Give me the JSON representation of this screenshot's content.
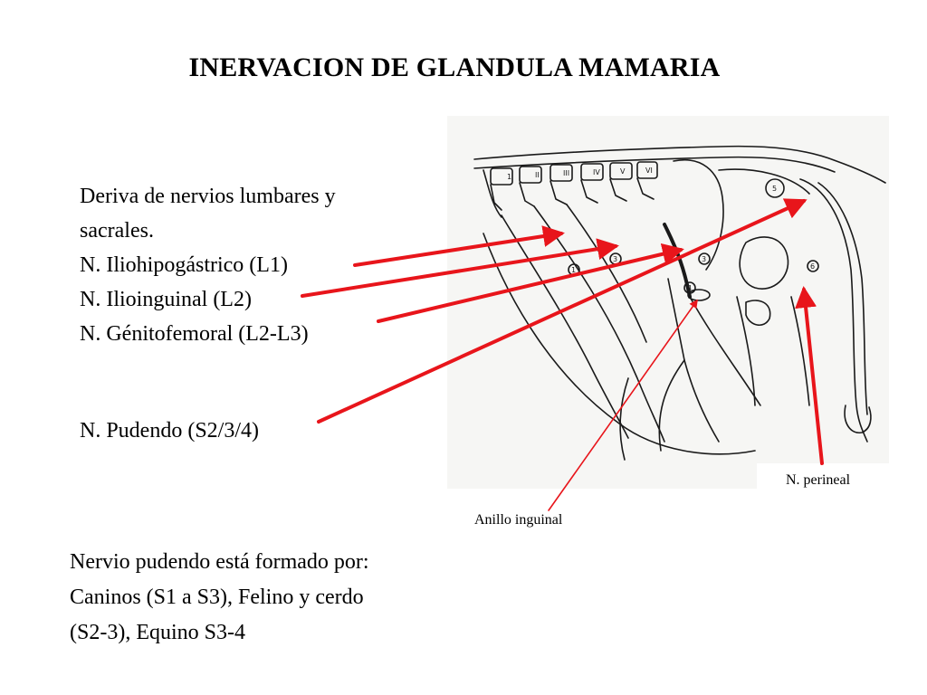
{
  "title": "INERVACION DE GLANDULA MAMARIA",
  "left_lines": [
    "Deriva de nervios lumbares y",
    "sacrales.",
    "N. Iliohipogástrico (L1)",
    "N. Ilioinguinal (L2)",
    "N. Génitofemoral (L2-L3)"
  ],
  "pudendo": "N. Pudendo (S2/3/4)",
  "bottom_lines": [
    "Nervio pudendo está formado por:",
    "Caninos (S1 a S3), Felino y cerdo",
    "(S2-3), Equino S3-4"
  ],
  "labels": {
    "perineal": "N. perineal",
    "anillo": "Anillo inguinal"
  },
  "colors": {
    "arrow": "#e8151b"
  }
}
